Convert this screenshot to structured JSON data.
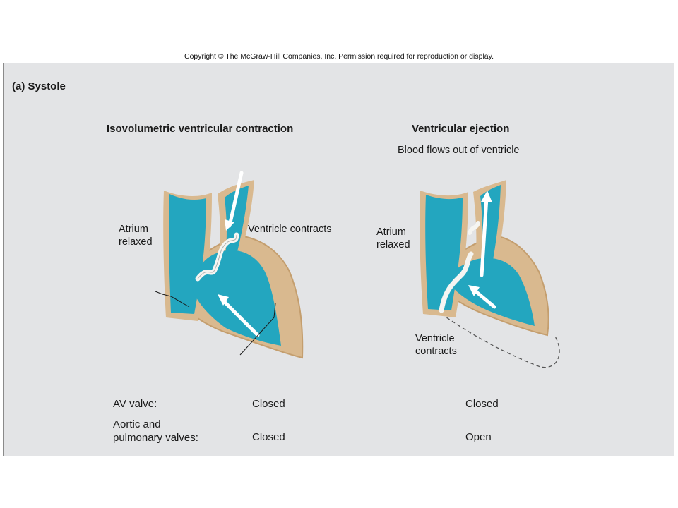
{
  "copyright": "Copyright © The McGraw-Hill Companies, Inc. Permission required for reproduction or display.",
  "section_title": "(a)  Systole",
  "colors": {
    "blood": "#23a6bf",
    "blood_light": "#7fd2e2",
    "tissue": "#d9b98f",
    "tissue_dark": "#c49e6e",
    "panel_bg": "#e3e4e6"
  },
  "left": {
    "title": "Isovolumetric ventricular contraction",
    "atrium_line1": "Atrium",
    "atrium_line2": "relaxed",
    "ventricle_label": "Ventricle contracts"
  },
  "right": {
    "title": "Ventricular ejection",
    "subtitle": "Blood flows out of ventricle",
    "atrium_line1": "Atrium",
    "atrium_line2": "relaxed",
    "ventricle_line1": "Ventricle",
    "ventricle_line2": "contracts"
  },
  "table": {
    "av_label": "AV valve:",
    "aortic_line1": "Aortic and",
    "aortic_line2": "pulmonary valves:",
    "av_left": "Closed",
    "av_right": "Closed",
    "aortic_left": "Closed",
    "aortic_right": "Open"
  }
}
